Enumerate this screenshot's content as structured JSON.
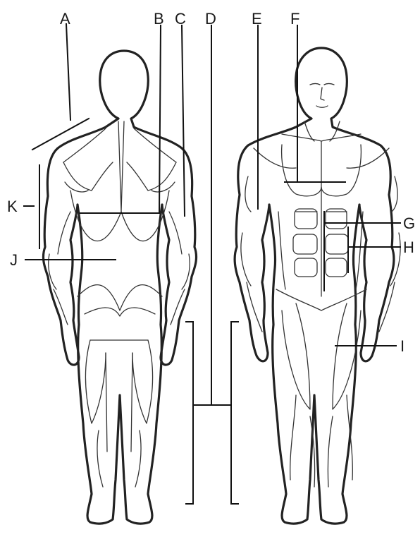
{
  "labels": {
    "A": "A",
    "B": "B",
    "C": "C",
    "D": "D",
    "E": "E",
    "F": "F",
    "G": "G",
    "H": "H",
    "I": "I",
    "J": "J",
    "K": "K"
  },
  "colors": {
    "outline": "#222222",
    "muscle_line": "#333333",
    "leader_line": "#111111",
    "background": "#ffffff"
  }
}
